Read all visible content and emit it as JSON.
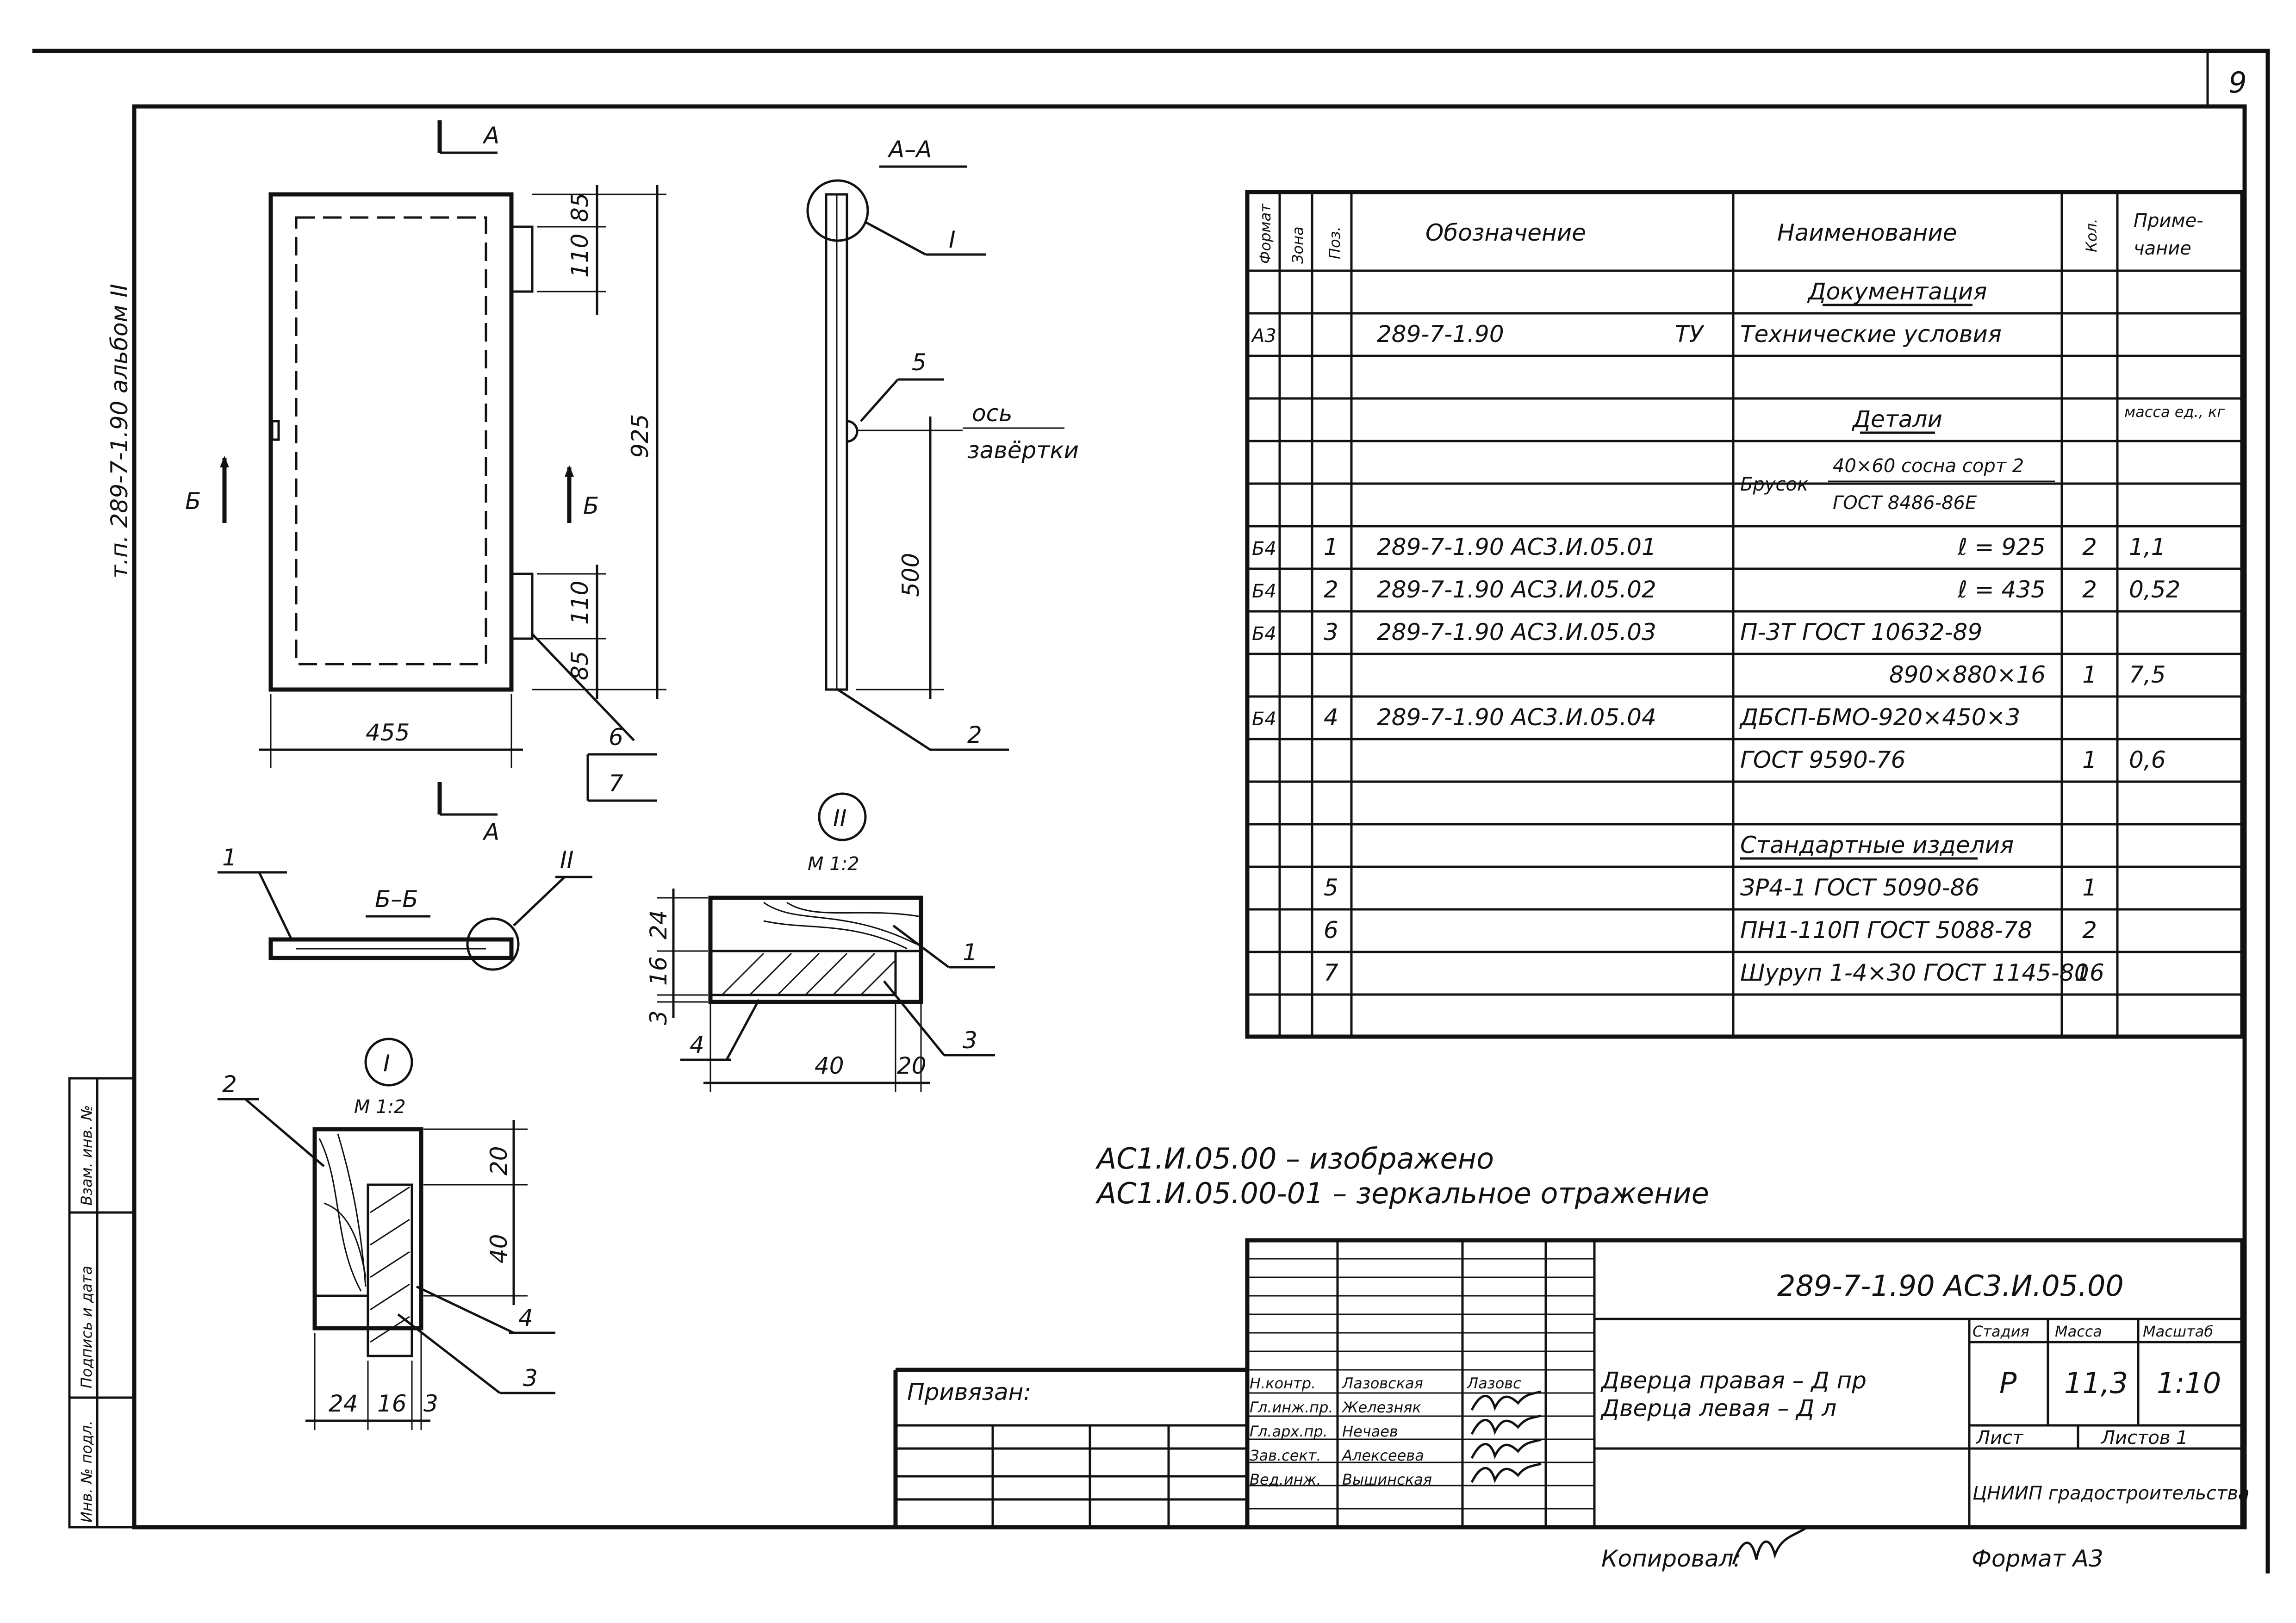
{
  "sheet_number": "9",
  "side_margin": {
    "album": "т.п. 289-7-1.90   альбом II",
    "inv_podl": "Инв. № подл.",
    "podpis_data": "Подпись и дата",
    "vzam_inv": "Взам. инв. №"
  },
  "views": {
    "front": {
      "section_a": "А",
      "section_b": "Б",
      "dim_width": "455",
      "dim_height": "925",
      "dim_85_top": "85",
      "dim_110_top": "110",
      "dim_110_bottom": "110",
      "dim_85_bottom": "85",
      "callout_6": "6",
      "callout_7": "7"
    },
    "section_aa": {
      "title": "А–А",
      "node_1": "I",
      "callout_5": "5",
      "callout_2": "2",
      "axis_line1": "ось",
      "axis_line2": "завёртки",
      "dim_500": "500"
    },
    "section_bb": {
      "title": "Б–Б",
      "callout_1": "1",
      "node_2": "II"
    },
    "detail_2": {
      "label": "II",
      "scale": "М 1:2",
      "dim_24": "24",
      "dim_16": "16",
      "dim_3": "3",
      "dim_40": "40",
      "dim_20": "20",
      "callout_1": "1",
      "callout_3": "3",
      "callout_4": "4"
    },
    "detail_1": {
      "label": "I",
      "scale": "М 1:2",
      "dim_20": "20",
      "dim_40": "40",
      "dim_24": "24",
      "dim_16": "16",
      "dim_3": "3",
      "callout_2": "2",
      "callout_4": "4",
      "callout_3": "3"
    }
  },
  "spec_table": {
    "headers": {
      "format": "Формат",
      "zone": "Зона",
      "pos": "Поз.",
      "designation": "Обозначение",
      "name": "Наименование",
      "qty": "Кол.",
      "note_1": "Приме-",
      "note_2": "чание"
    },
    "rows": [
      {
        "format": "",
        "pos": "",
        "designation": "",
        "suffix": "",
        "name": "Документация",
        "qty": "",
        "note": "",
        "underline": true,
        "center": true
      },
      {
        "format": "А3",
        "pos": "",
        "designation": "289-7-1.90",
        "suffix": "ТУ",
        "name": "Технические условия",
        "qty": "",
        "note": ""
      },
      {
        "format": "",
        "pos": "",
        "designation": "",
        "suffix": "",
        "name": "",
        "qty": "",
        "note": ""
      },
      {
        "format": "",
        "pos": "",
        "designation": "",
        "suffix": "",
        "name": "Детали",
        "qty": "",
        "note": "масса ед., кг",
        "underline": true,
        "center": true
      },
      {
        "format": "",
        "pos": "",
        "designation": "",
        "suffix": "",
        "name": "",
        "qty": "",
        "note": ""
      },
      {
        "format": "",
        "pos": "",
        "designation": "",
        "suffix": "",
        "name": "",
        "qty": "",
        "note": ""
      },
      {
        "format": "Б4",
        "pos": "1",
        "designation": "289-7-1.90   АС3.И.05.01",
        "suffix": "",
        "name": "ℓ = 925",
        "qty": "2",
        "note": "1,1",
        "right": true
      },
      {
        "format": "Б4",
        "pos": "2",
        "designation": "289-7-1.90   АС3.И.05.02",
        "suffix": "",
        "name": "ℓ = 435",
        "qty": "2",
        "note": "0,52",
        "right": true
      },
      {
        "format": "Б4",
        "pos": "3",
        "designation": "289-7-1.90   АС3.И.05.03",
        "suffix": "",
        "name": "П-3Т ГОСТ 10632-89",
        "qty": "",
        "note": ""
      },
      {
        "format": "",
        "pos": "",
        "designation": "",
        "suffix": "",
        "name": "890×880×16",
        "qty": "1",
        "note": "7,5",
        "right": true
      },
      {
        "format": "Б4",
        "pos": "4",
        "designation": "289-7-1.90   АС3.И.05.04",
        "suffix": "",
        "name": "ДБСП-БМО-920×450×3",
        "qty": "",
        "note": ""
      },
      {
        "format": "",
        "pos": "",
        "designation": "",
        "suffix": "",
        "name": "ГОСТ 9590-76",
        "qty": "1",
        "note": "0,6"
      },
      {
        "format": "",
        "pos": "",
        "designation": "",
        "suffix": "",
        "name": "",
        "qty": "",
        "note": ""
      },
      {
        "format": "",
        "pos": "",
        "designation": "",
        "suffix": "",
        "name": "Стандартные изделия",
        "qty": "",
        "note": "",
        "underline": true
      },
      {
        "format": "",
        "pos": "5",
        "designation": "",
        "suffix": "",
        "name": "ЗР4-1 ГОСТ 5090-86",
        "qty": "1",
        "note": ""
      },
      {
        "format": "",
        "pos": "6",
        "designation": "",
        "suffix": "",
        "name": "ПН1-110П ГОСТ 5088-78",
        "qty": "2",
        "note": ""
      },
      {
        "format": "",
        "pos": "7",
        "designation": "",
        "suffix": "",
        "name": "Шуруп 1-4×30 ГОСТ 1145-80",
        "qty": "16",
        "note": ""
      },
      {
        "format": "",
        "pos": "",
        "designation": "",
        "suffix": "",
        "name": "",
        "qty": "",
        "note": ""
      }
    ],
    "brusok_label": "Брусок",
    "brusok_line1": "40×60 сосна сорт 2",
    "brusok_line2": "ГОСТ 8486-86Е"
  },
  "variants": {
    "line1": "АС1.И.05.00   – изображено",
    "line2": "АС1.И.05.00-01 – зеркальное отражение"
  },
  "title_block": {
    "privyazan": "Привязан:",
    "code": "289-7-1.90   АС3.И.05.00",
    "name_line1": "Дверца правая – Д пр",
    "name_line2": "Дверца левая – Д л",
    "stage_header": "Стадия",
    "mass_header": "Масса",
    "scale_header": "Масштаб",
    "stage": "Р",
    "mass": "11,3",
    "scale": "1:10",
    "list_label": "Лист",
    "lists_label": "Листов 1",
    "organization": "ЦНИИП градостроительства",
    "signatories": [
      {
        "role": "Н.контр.",
        "name": "Лазовская",
        "sign": "Лазовс"
      },
      {
        "role": "Гл.инж.пр.",
        "name": "Железняк",
        "sign": "signature"
      },
      {
        "role": "Гл.арх.пр.",
        "name": "Нечаев",
        "sign": "signature"
      },
      {
        "role": "Зав.сект.",
        "name": "Алексеева",
        "sign": "signature"
      },
      {
        "role": "Вед.инж.",
        "name": "Вышинская",
        "sign": "signature"
      }
    ]
  },
  "footer": {
    "copied": "Копировал:",
    "format": "Формат А3"
  }
}
